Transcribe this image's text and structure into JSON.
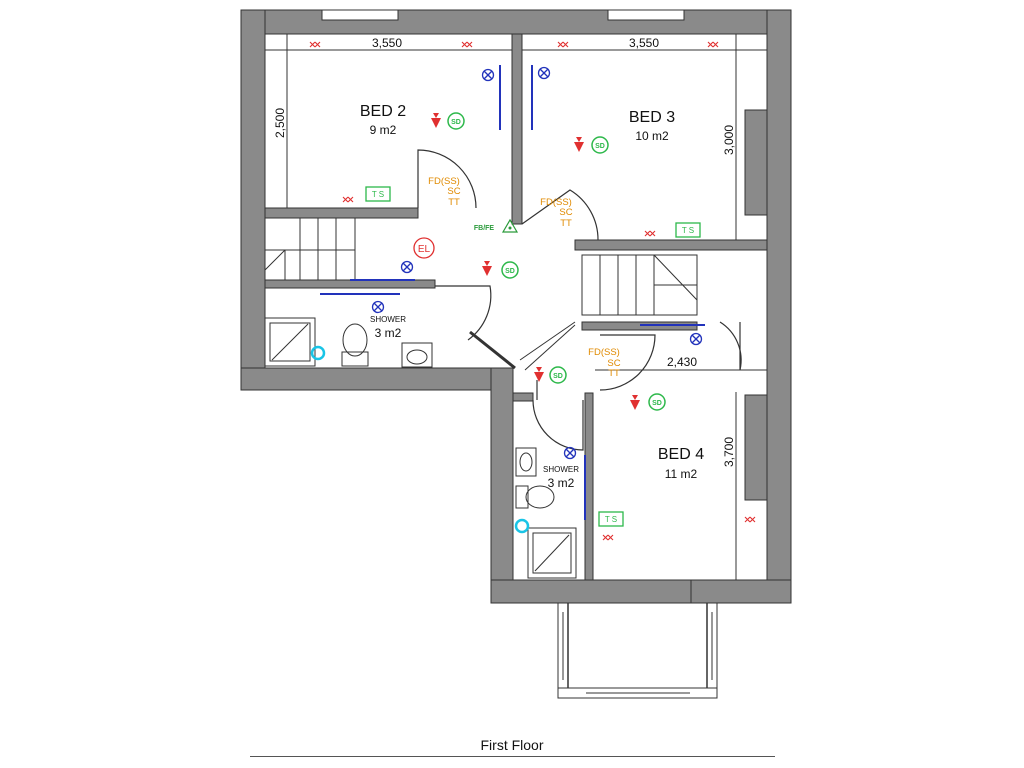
{
  "floor_label": "First Floor",
  "rooms": {
    "bed2": {
      "name": "BED 2",
      "area": "9 m2"
    },
    "bed3": {
      "name": "BED 3",
      "area": "10 m2"
    },
    "bed4": {
      "name": "BED 4",
      "area": "11 m2"
    },
    "shower1": {
      "name": "SHOWER",
      "area": "3 m2"
    },
    "shower2": {
      "name": "SHOWER",
      "area": "3 m2"
    }
  },
  "dimensions": {
    "bed2_width": "3,550",
    "bed3_width": "3,550",
    "bed2_depth": "2,500",
    "bed3_depth": "3,000",
    "bed4_width": "2,430",
    "bed4_depth": "3,700"
  },
  "door_notes": {
    "line1": "FD(SS)",
    "line2": "SC",
    "line3": "TT"
  },
  "symbols": {
    "smoke_detector": "SD",
    "thermostat": "T S",
    "emergency_light": "EL",
    "fire_blanket": "FB/FE"
  },
  "colors": {
    "wall": "#8a8a8a",
    "orange_text": "#e08a00",
    "green_symbol": "#2db84a",
    "red_symbol": "#e03030",
    "blue_fixture": "#2233bb",
    "cyan_fixture": "#19c4e6"
  },
  "icons": [
    "light-fitting-icon",
    "smoke-alarm-icon",
    "heat-detector-icon",
    "cross-mark-icon",
    "fire-blanket-icon",
    "emergency-light-icon"
  ]
}
